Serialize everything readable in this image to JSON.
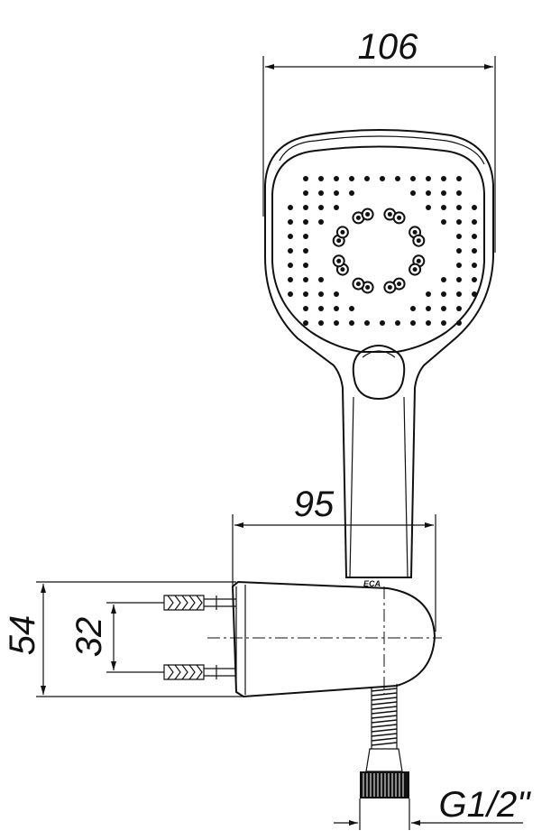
{
  "dimensions": {
    "width_head": "106",
    "width_holder": "95",
    "height_total": "54",
    "height_screws": "32",
    "thread": "G1/2\""
  },
  "brand_mark": "ECA"
}
